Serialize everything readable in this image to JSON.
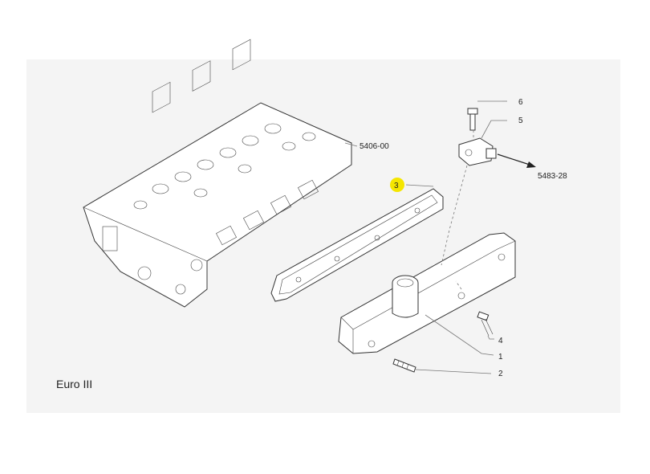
{
  "caption": "Euro III",
  "highlight_color": "#f5e600",
  "references": {
    "head_ref": "5406-00",
    "sensor_ref": "5483-28"
  },
  "callouts": {
    "c1": "1",
    "c2": "2",
    "c3": "3",
    "c4": "4",
    "c5": "5",
    "c6": "6"
  }
}
